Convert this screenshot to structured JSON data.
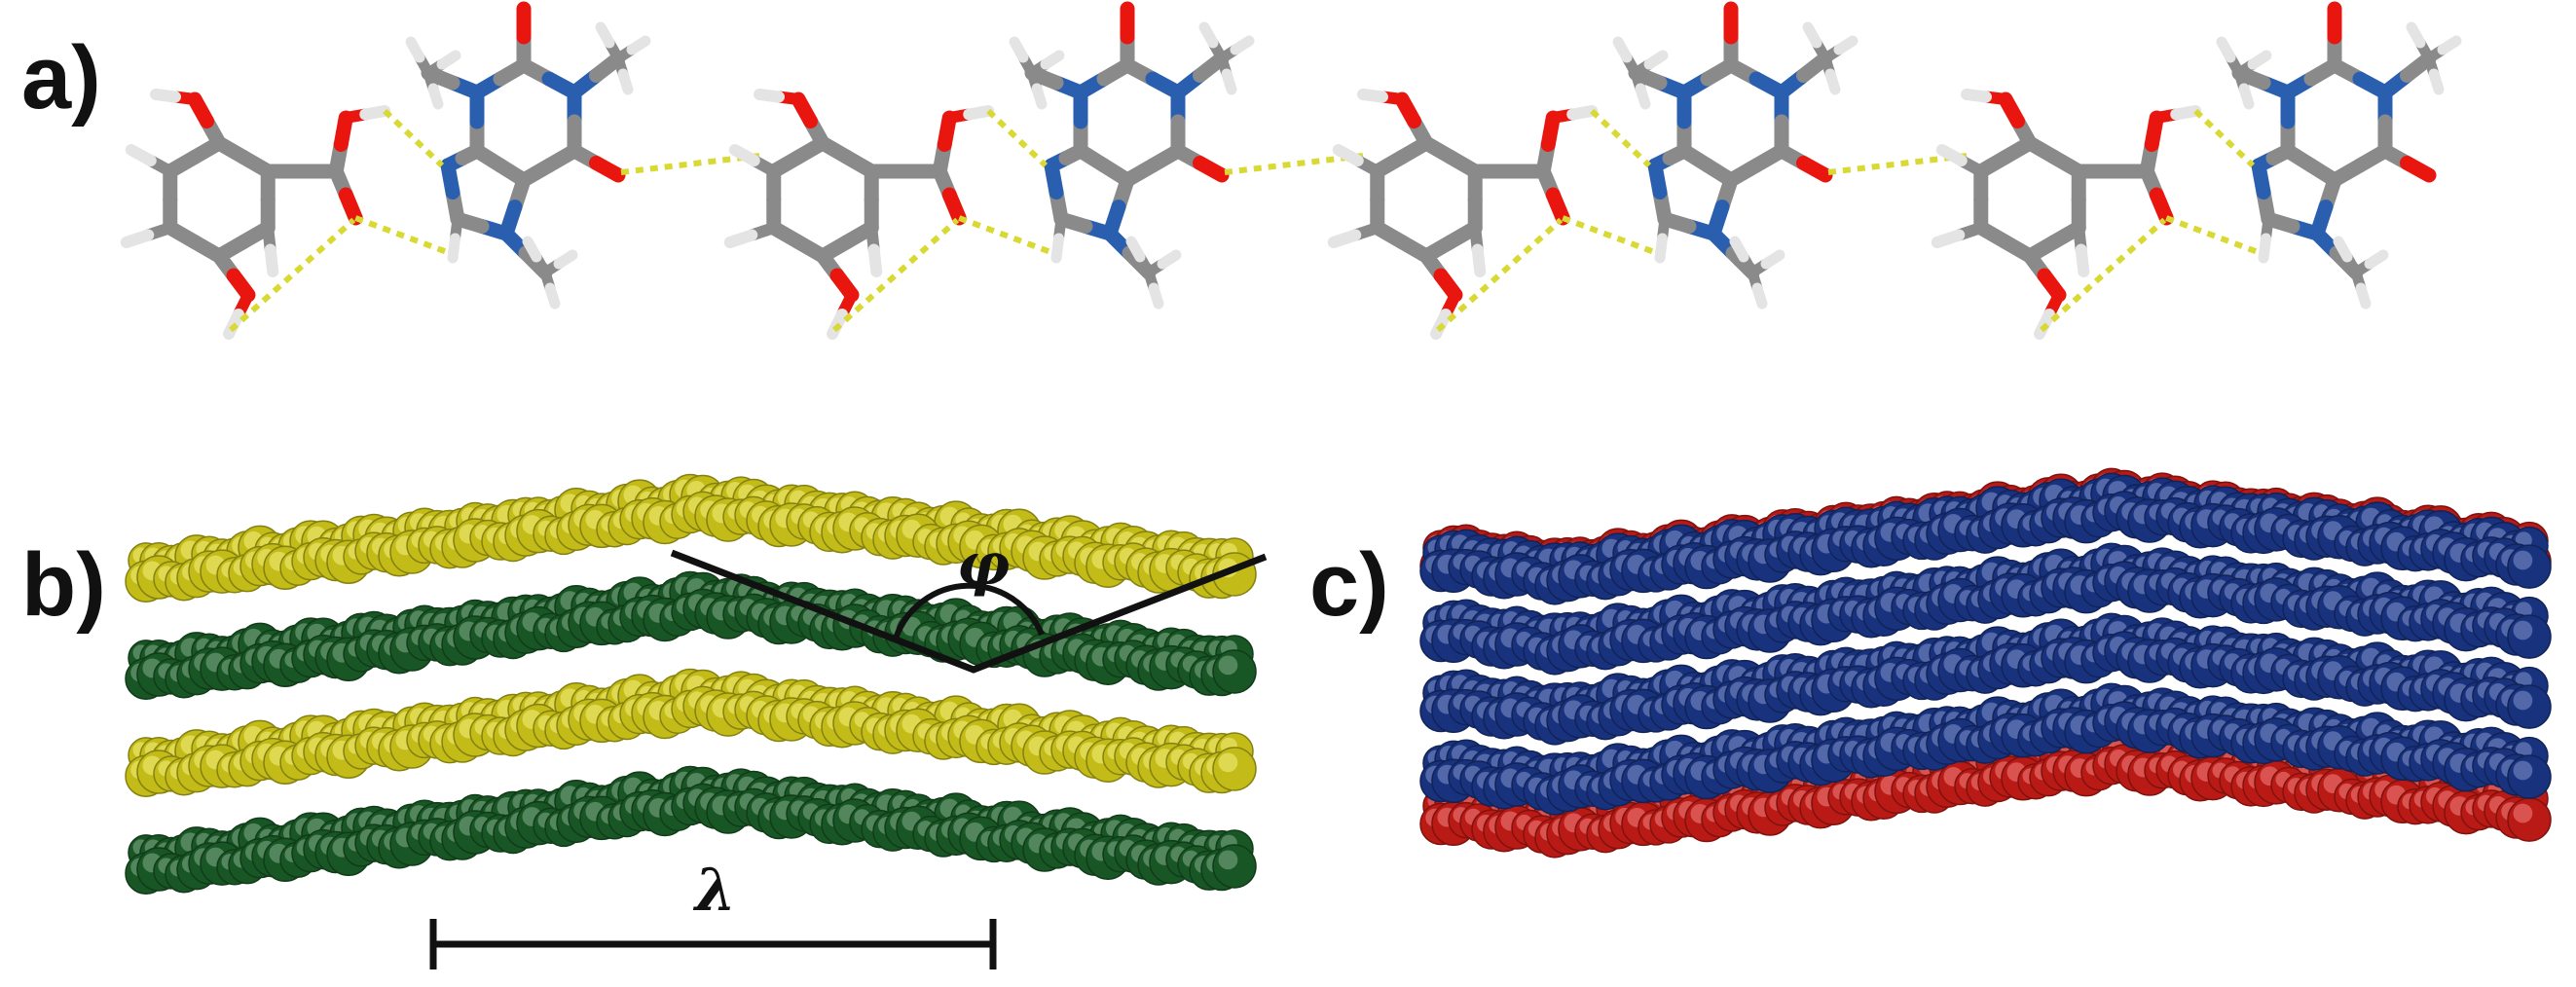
{
  "panels": {
    "a": {
      "label": "a)"
    },
    "b": {
      "label": "b)",
      "angle_symbol": "φ",
      "wavelength_symbol": "λ"
    },
    "c": {
      "label": "c)"
    }
  },
  "colors": {
    "carbon": "#8a8a8a",
    "oxygen": "#e8160f",
    "nitrogen": "#2a5fb0",
    "hydrogen": "#e4e4e4",
    "hbond": "#d9d934",
    "layer_yellow": "#f2ea1e",
    "layer_green": "#1f6b2e",
    "layer_blue": "#1e3f9e",
    "layer_red": "#e8201a"
  },
  "chart_data": {
    "type": "diagram",
    "units_in_chain": 4,
    "layers_b": [
      "yellow",
      "green",
      "yellow",
      "green"
    ],
    "layers_c": [
      "blue",
      "blue",
      "blue",
      "blue"
    ]
  }
}
